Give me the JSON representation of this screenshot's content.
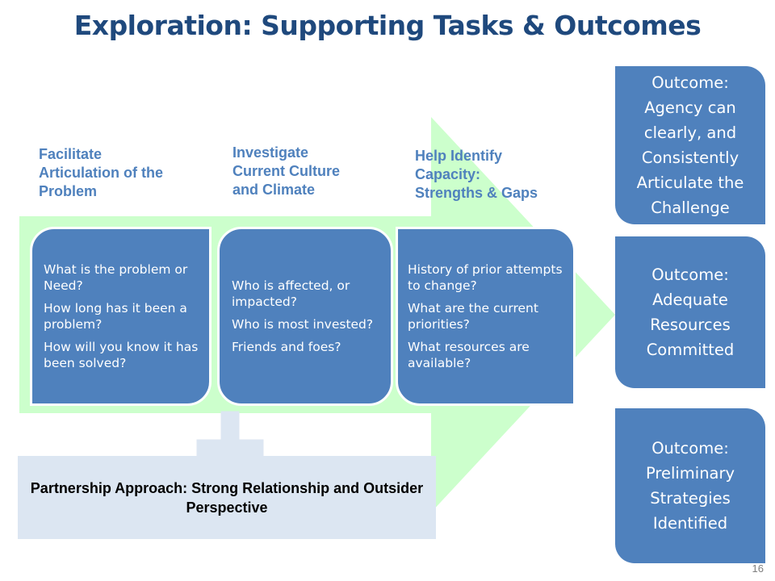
{
  "title": "Exploration:  Supporting Tasks & Outcomes",
  "stages": [
    {
      "heading_lines": [
        "Facilitate",
        "Articulation of the",
        "Problem"
      ],
      "questions": [
        "What is the problem or Need?",
        "How long has it been a problem?",
        "How will you know it has been solved?"
      ]
    },
    {
      "heading_lines": [
        "Investigate",
        "Current Culture",
        "and Climate"
      ],
      "questions": [
        "Who is affected, or impacted?",
        "Who is most invested?",
        "Friends and foes?"
      ]
    },
    {
      "heading_lines": [
        "Help Identify",
        "Capacity:",
        "Strengths & Gaps"
      ],
      "questions": [
        "History of prior attempts to change?",
        "What are the current priorities?",
        "What resources are available?"
      ]
    }
  ],
  "outcomes": [
    "Outcome: Agency can clearly, and Consistently Articulate the Challenge",
    "Outcome: Adequate Resources Committed",
    "Outcome: Preliminary Strategies Identified"
  ],
  "partnership": "Partnership Approach:  Strong Relationship and Outsider Perspective",
  "page_number": "16",
  "colors": {
    "title": "#1f497d",
    "heading": "#4f81bd",
    "box_fill": "#4f81bd",
    "arrow_fill": "#ccffcc",
    "partner_fill": "#dce6f2"
  }
}
